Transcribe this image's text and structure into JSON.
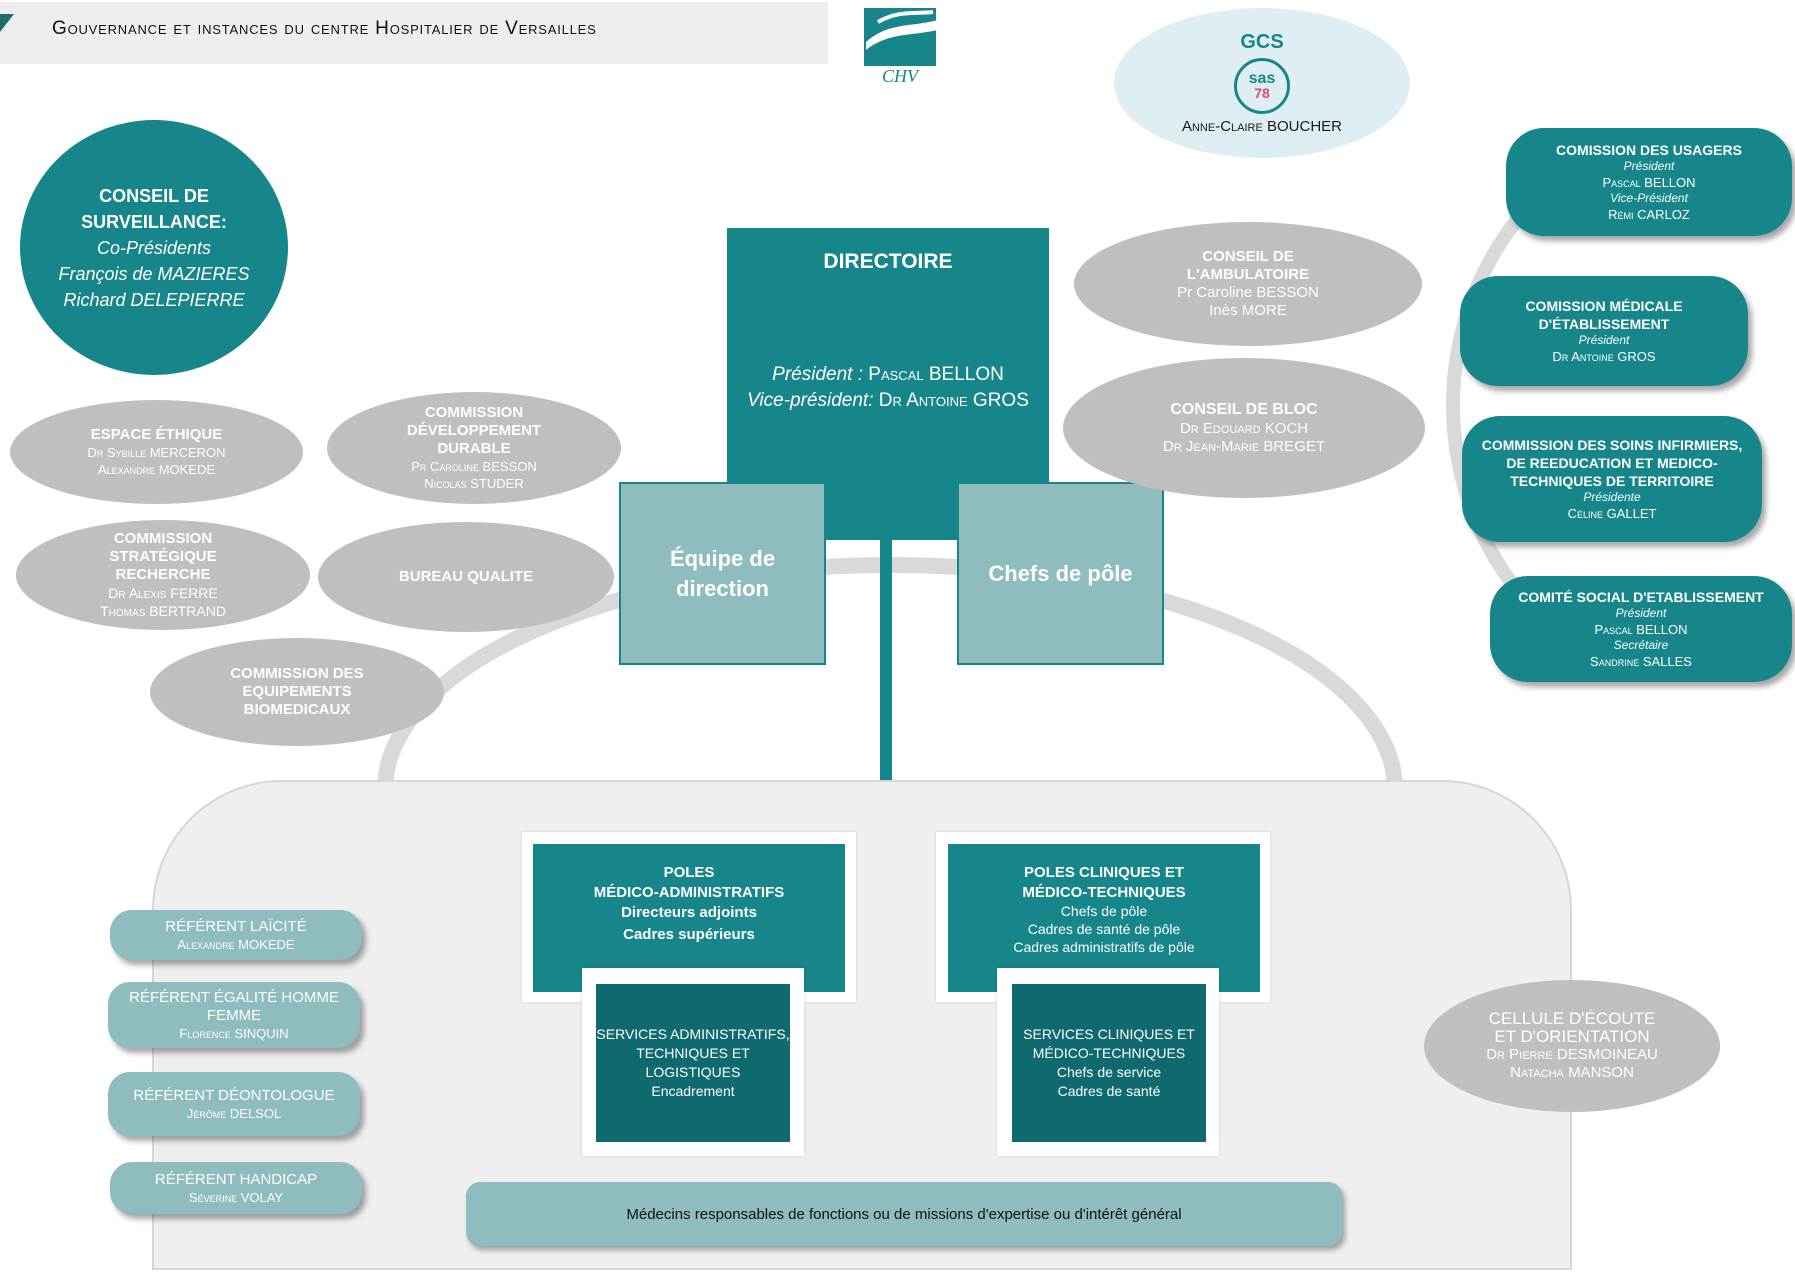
{
  "header": {
    "title": "Gouvernance et instances du centre Hospitalier de Versailles"
  },
  "logo": {
    "label": "CHV"
  },
  "gcs": {
    "title": "GCS",
    "badge": "sas",
    "badge_num": "78",
    "name": "Anne-Claire BOUCHER"
  },
  "conseil_surveillance": {
    "title": "CONSEIL DE SURVEILLANCE:",
    "role": "Co-Présidents",
    "person1": "François de MAZIERES",
    "person2": "Richard DELEPIERRE"
  },
  "directoire": {
    "title": "DIRECTOIRE",
    "president_label": "Président :",
    "president_name": "Pascal BELLON",
    "vp_label": "Vice-président:",
    "vp_name": "Dr Antoine GROS"
  },
  "equipe_direction": "Équipe de direction",
  "chefs_pole": "Chefs de pôle",
  "left_ellipses": {
    "espace_ethique": {
      "title": "ESPACE ÉTHIQUE",
      "p1": "Dr Sybille MERCERON",
      "p2": "Alexandre MOKEDE"
    },
    "dev_durable": {
      "title": "COMMISSION DÉVELOPPEMENT DURABLE",
      "p1": "Pr Caroline BESSON",
      "p2": "Nicolas STUDER"
    },
    "strat_recherche": {
      "title": "COMMISSION STRATÉGIQUE RECHERCHE",
      "p1": "Dr Alexis FERRE",
      "p2": "Thomas BERTRAND"
    },
    "bureau_qualite": {
      "title": "BUREAU QUALITE"
    },
    "equipements": {
      "title": "COMMISSION DES EQUIPEMENTS BIOMEDICAUX"
    }
  },
  "center_ellipses": {
    "ambulatoire": {
      "title": "CONSEIL DE L'AMBULATOIRE",
      "p1": "Pr Caroline BESSON",
      "p2": "Inès MORE"
    },
    "bloc": {
      "title": "CONSEIL DE BLOC",
      "p1": "Dr Edouard KOCH",
      "p2": "Dr Jean-Marie BREGET"
    }
  },
  "right_pills": {
    "usagers": {
      "title": "COMISSION DES USAGERS",
      "r1": "Président",
      "p1": "Pascal BELLON",
      "r2": "Vice-Président",
      "p2": "Rémi CARLOZ"
    },
    "medicale": {
      "title": "COMISSION MÉDICALE D'ÉTABLISSEMENT",
      "r1": "Président",
      "p1": "Dr Antoine GROS"
    },
    "soins": {
      "title": "COMMISSION DES SOINS INFIRMIERS, DE REEDUCATION ET MEDICO-TECHNIQUES DE TERRITOIRE",
      "r1": "Présidente",
      "p1": "Céline GALLET"
    },
    "social": {
      "title": "COMITÉ SOCIAL D'ETABLISSEMENT",
      "r1": "Président",
      "p1": "Pascal BELLON",
      "r2": "Secrétaire",
      "p2": "Sandrine SALLES"
    }
  },
  "poles_admin": {
    "title1": "POLES",
    "title2": "MÉDICO-ADMINISTRATIFS",
    "l1": "Directeurs adjoints",
    "l2": "Cadres supérieurs",
    "sub1": "SERVICES ADMINISTRATIFS, TECHNIQUES ET LOGISTIQUES",
    "sub2": "Encadrement"
  },
  "poles_cliniques": {
    "title1": "POLES CLINIQUES ET",
    "title2": "MÉDICO-TECHNIQUES",
    "l1": "Chefs de pôle",
    "l2": "Cadres de santé de pôle",
    "l3": "Cadres administratifs de pôle",
    "sub1": "SERVICES CLINIQUES ET MÉDICO-TECHNIQUES",
    "sub2": "Chefs de service",
    "sub3": "Cadres de santé"
  },
  "referents": {
    "laicite": {
      "title": "RÉFÉRENT LAÏCITÉ",
      "p": "Alexandre MOKEDE"
    },
    "egalite": {
      "title": "RÉFÉRENT ÉGALITÉ HOMME FEMME",
      "p": "Florence SINQUIN"
    },
    "deontologue": {
      "title": "RÉFÉRENT DÉONTOLOGUE",
      "p": "Jérôme DELSOL"
    },
    "handicap": {
      "title": "RÉFÉRENT HANDICAP",
      "p": "Séverine VOLAY"
    }
  },
  "cellule": {
    "title": "CELLULE D'ÉCOUTE ET D'ORIENTATION",
    "p1": "Dr Pierre DESMOINEAU",
    "p2": "Natacha MANSON"
  },
  "medecins": "Médecins responsables de fonctions ou de missions d'expertise ou d'intérêt général",
  "colors": {
    "teal": "#16868a",
    "teal_dark": "#0f6a6f",
    "teal_light": "#8fbcbc",
    "grey": "#bfbfbf"
  }
}
